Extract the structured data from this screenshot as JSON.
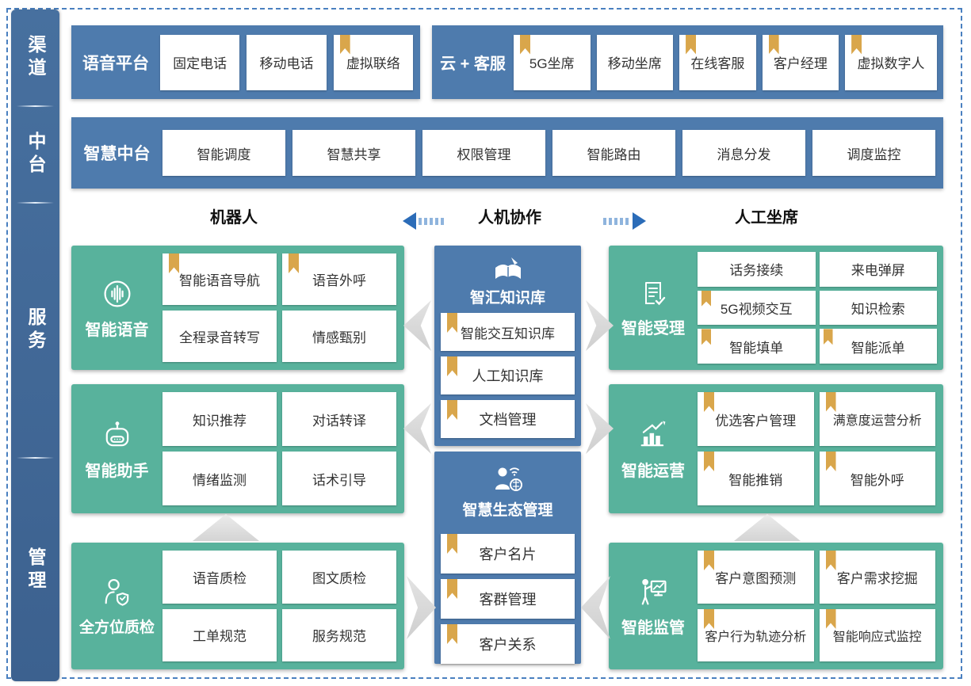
{
  "sidebar": {
    "sections": [
      {
        "label": "渠道"
      },
      {
        "label": "中台"
      },
      {
        "label": "服务"
      },
      {
        "label": "管理"
      }
    ]
  },
  "top_row": {
    "voice_platform": {
      "title": "语音平台",
      "items": [
        {
          "label": "固定电话",
          "bookmarked": false
        },
        {
          "label": "移动电话",
          "bookmarked": false
        },
        {
          "label": "虚拟联络",
          "bookmarked": true
        }
      ]
    },
    "cloud_customer_service": {
      "title": "云 + 客服",
      "items": [
        {
          "label": "5G坐席",
          "bookmarked": true
        },
        {
          "label": "移动坐席",
          "bookmarked": false
        },
        {
          "label": "在线客服",
          "bookmarked": true
        },
        {
          "label": "客户经理",
          "bookmarked": true
        },
        {
          "label": "虚拟数字人",
          "bookmarked": true
        }
      ]
    }
  },
  "middle_platform_row": {
    "title": "智慧中台",
    "items": [
      {
        "label": "智能调度"
      },
      {
        "label": "智慧共享"
      },
      {
        "label": "权限管理"
      },
      {
        "label": "智能路由"
      },
      {
        "label": "消息分发"
      },
      {
        "label": "调度监控"
      }
    ]
  },
  "service_headers": {
    "left": "机器人",
    "center": "人机协作",
    "right": "人工坐席"
  },
  "left_blocks": [
    {
      "title": "智能语音",
      "icon": "voice-wave-icon",
      "items": [
        {
          "label": "智能语音导航",
          "bookmarked": true
        },
        {
          "label": "语音外呼",
          "bookmarked": true
        },
        {
          "label": "全程录音转写",
          "bookmarked": false
        },
        {
          "label": "情感甄别",
          "bookmarked": false
        }
      ]
    },
    {
      "title": "智能助手",
      "icon": "robot-icon",
      "items": [
        {
          "label": "知识推荐",
          "bookmarked": false
        },
        {
          "label": "对话转译",
          "bookmarked": false
        },
        {
          "label": "情绪监测",
          "bookmarked": false
        },
        {
          "label": "话术引导",
          "bookmarked": false
        }
      ]
    },
    {
      "title": "全方位质检",
      "icon": "person-shield-icon",
      "items": [
        {
          "label": "语音质检",
          "bookmarked": false
        },
        {
          "label": "图文质检",
          "bookmarked": false
        },
        {
          "label": "工单规范",
          "bookmarked": false
        },
        {
          "label": "服务规范",
          "bookmarked": false
        }
      ]
    }
  ],
  "center_blocks": [
    {
      "title": "智汇知识库",
      "icon": "knowledge-book-icon",
      "items": [
        {
          "label": "智能交互知识库",
          "bookmarked": true
        },
        {
          "label": "人工知识库",
          "bookmarked": true
        },
        {
          "label": "文档管理",
          "bookmarked": true
        }
      ]
    },
    {
      "title": "智慧生态管理",
      "icon": "ecosystem-person-icon",
      "items": [
        {
          "label": "客户名片",
          "bookmarked": true
        },
        {
          "label": "客群管理",
          "bookmarked": true
        },
        {
          "label": "客户关系",
          "bookmarked": true
        }
      ]
    }
  ],
  "right_blocks": [
    {
      "title": "智能受理",
      "icon": "document-check-icon",
      "items": [
        {
          "label": "话务接续",
          "bookmarked": false
        },
        {
          "label": "来电弹屏",
          "bookmarked": false
        },
        {
          "label": "5G视频交互",
          "bookmarked": true
        },
        {
          "label": "知识检索",
          "bookmarked": false
        },
        {
          "label": "智能填单",
          "bookmarked": true
        },
        {
          "label": "智能派单",
          "bookmarked": true
        }
      ]
    },
    {
      "title": "智能运营",
      "icon": "chart-growth-icon",
      "items": [
        {
          "label": "优选客户管理",
          "bookmarked": true
        },
        {
          "label": "满意度运营分析",
          "bookmarked": true
        },
        {
          "label": "智能推销",
          "bookmarked": true
        },
        {
          "label": "智能外呼",
          "bookmarked": true
        }
      ]
    },
    {
      "title": "智能监管",
      "icon": "supervisor-board-icon",
      "items": [
        {
          "label": "客户意图预测",
          "bookmarked": true
        },
        {
          "label": "客户需求挖掘",
          "bookmarked": true
        },
        {
          "label": "客户行为轨迹分析",
          "bookmarked": true
        },
        {
          "label": "智能响应式监控",
          "bookmarked": true
        }
      ]
    }
  ],
  "colors": {
    "panel_blue": "#4e7bad",
    "sidebar_blue": "#42689a",
    "block_green": "#58b29c",
    "bookmark_gold": "#d9a64b",
    "arrow_blue": "#2b6cb8",
    "chevron_gray": "#d7d7d7",
    "border_dash_blue": "#4a80c0"
  }
}
